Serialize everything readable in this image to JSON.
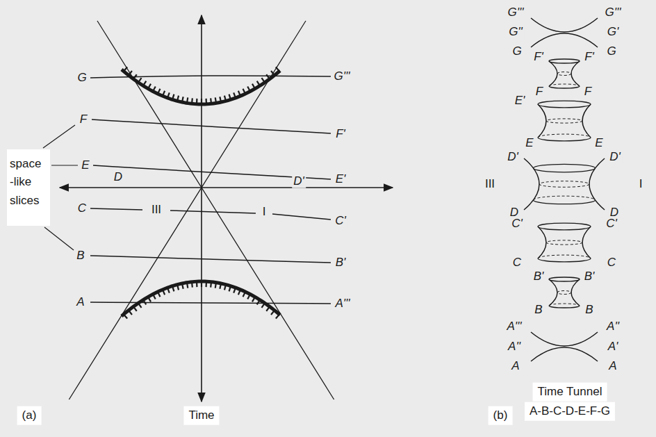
{
  "diagram": {
    "labels": [
      "G",
      "G'''",
      "F",
      "F'",
      "space -like slices",
      "E",
      "D",
      "D'",
      "E'",
      "C",
      "III",
      "I",
      "C'",
      "B",
      "B'",
      "A",
      "A'''",
      "(a)",
      "Time",
      "G'''",
      "G'''",
      "G''",
      "G'",
      "G",
      "G",
      "F'",
      "F'",
      "F",
      "F",
      "E'",
      "E",
      "E",
      "D'",
      "D'",
      "III",
      "I",
      "D",
      "D",
      "C'",
      "C'",
      "C",
      "C",
      "B'",
      "B'",
      "B",
      "B",
      "A'''",
      "A''",
      "A''",
      "A'",
      "A",
      "A",
      "Time Tunnel",
      "A-B-C-D-E-F-G",
      "(b)"
    ]
  }
}
